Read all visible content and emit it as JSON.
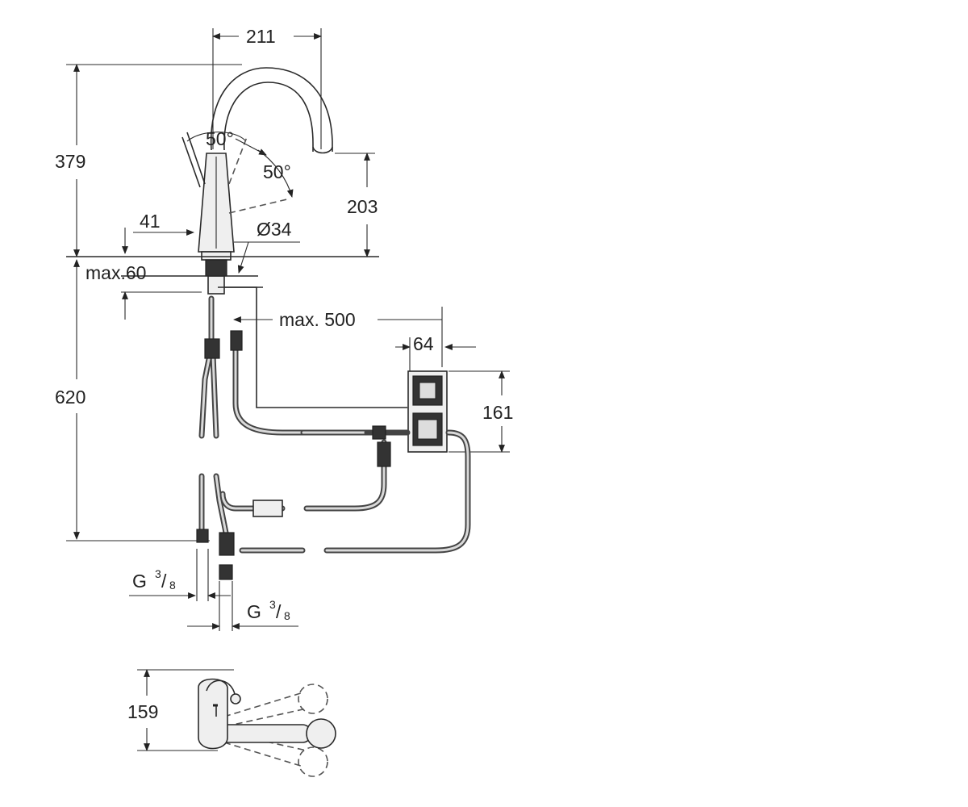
{
  "dimensions": {
    "width_top": "211",
    "height_total": "379",
    "spout_height": "203",
    "lever_angle_1": "50°",
    "lever_angle_2": "50°",
    "offset": "41",
    "hole_diameter": "Ø34",
    "max_thickness": "max.60",
    "max_hose": "max. 500",
    "box_width": "64",
    "box_height": "161",
    "under_height": "620",
    "thread_left": "G",
    "thread_left_num": "3",
    "thread_left_den": "8",
    "thread_right": "G",
    "thread_right_num": "3",
    "thread_right_den": "8",
    "top_view_depth": "159"
  }
}
